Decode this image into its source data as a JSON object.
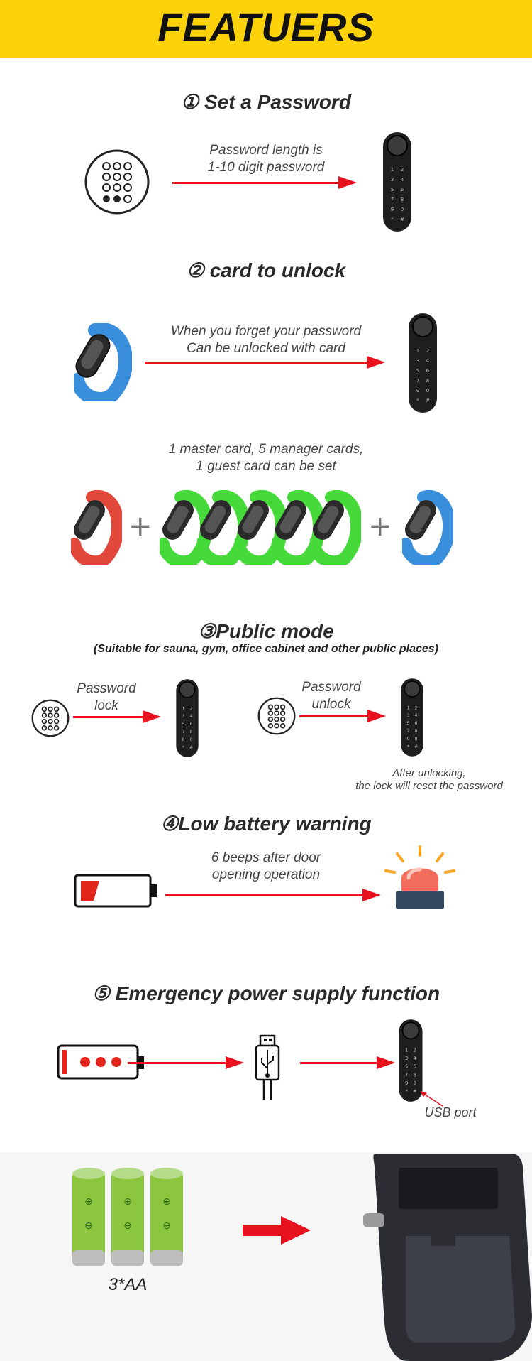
{
  "header": {
    "title": "FEATUERS"
  },
  "section1": {
    "title": "① Set a Password",
    "note_line1": "Password length is",
    "note_line2": "1-10 digit password"
  },
  "section2": {
    "title": "② card to unlock",
    "note_line1": "When you forget your password",
    "note_line2": "Can be unlocked with card",
    "cards_line1": "1 master card, 5 manager cards,",
    "cards_line2": "1 guest card can be set",
    "plus": "+"
  },
  "section3": {
    "title": "③Public mode",
    "subtitle": "(Suitable for sauna, gym, office cabinet and other public places)",
    "left_line1": "Password",
    "left_line2": "lock",
    "right_line1": "Password",
    "right_line2": "unlock",
    "after_line1": "After unlocking,",
    "after_line2": "the lock will reset the password"
  },
  "section4": {
    "title": "④Low battery warning",
    "note_line1": "6 beeps after door",
    "note_line2": "opening operation"
  },
  "section5": {
    "title": "⑤ Emergency power supply function",
    "usb_port_label": "USB port"
  },
  "battery_section": {
    "label": "3*AA",
    "battery_symbol_plus": "⊕",
    "battery_symbol_minus": "⊖"
  },
  "colors": {
    "banner": "#fcd20a",
    "arrow": "#e8121e",
    "band_blue": "#3a8fdc",
    "band_red": "#e2473b",
    "band_green": "#45d93a",
    "battery_green": "#8cc63f"
  },
  "icons": [
    "keypad-icon",
    "lock-device-icon",
    "smart-band-icon",
    "low-battery-icon",
    "alarm-light-icon",
    "usb-cable-icon",
    "aa-battery-icon"
  ]
}
